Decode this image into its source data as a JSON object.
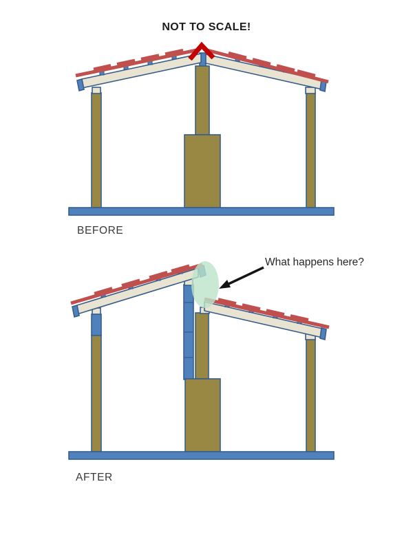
{
  "title": "NOT TO SCALE!",
  "before": {
    "label": "BEFORE"
  },
  "after": {
    "label": "AFTER",
    "annotation": "What happens here?"
  },
  "colors": {
    "figure-blue": "#4f81bd",
    "outline-blue": "#385d8a",
    "post-tan": "#988843",
    "beam-cream": "#e9e4d2",
    "batten-red": "#c0504d",
    "ridge-red": "#c10000",
    "highlight-green": "#bce3c9",
    "arrow-black": "#141414",
    "label-gray": "#3a3a3a",
    "text-dark": "#262626",
    "background": "#ffffff"
  }
}
